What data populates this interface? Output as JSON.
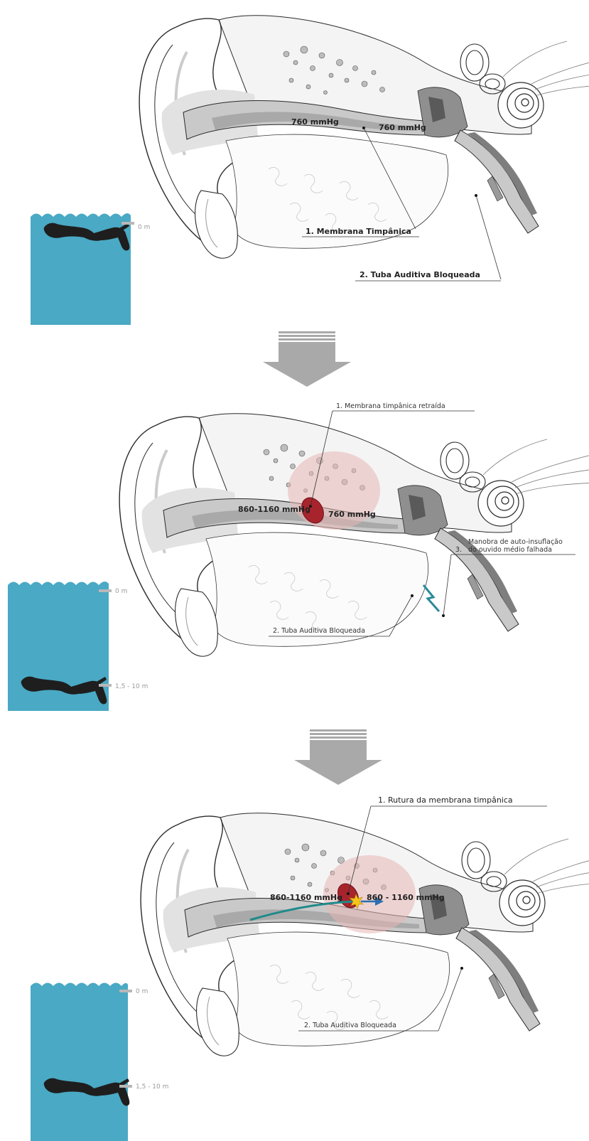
{
  "colors": {
    "water": "#4aa9c4",
    "outline": "#2a2a2a",
    "canal": "#c9c9c9",
    "canal_dark": "#8f8f8f",
    "inflam": "#e8b7b7",
    "drum": "#a8242c",
    "arrow": "#a9a9a9",
    "flow_arrow": "#1f8a8a",
    "depth_mark": "#b8b8b8"
  },
  "panels": [
    {
      "id": "surface",
      "depths": [
        "0 m"
      ],
      "pressures": [
        "760 mmHg",
        "760 mmHg"
      ],
      "callouts": [
        "1.  Membrana Timpânica",
        "2.  Tuba Auditiva Bloqueada"
      ]
    },
    {
      "id": "descent",
      "depths": [
        "0 m",
        "1,5 - 10 m"
      ],
      "pressures": [
        "860-1160 mmHg",
        "760 mmHg"
      ],
      "callouts": [
        "1.  Membrana timpânica retraída",
        "2.  Tuba Auditiva Bloqueada"
      ],
      "note": {
        "number": "3.",
        "line1": "Manobra de auto-insuflação",
        "line2": "do ouvido médio falhada"
      }
    },
    {
      "id": "rupture",
      "depths": [
        "0 m",
        "1,5 - 10 m"
      ],
      "pressures": [
        "860-1160 mmHg",
        "860 - 1160 mmHg"
      ],
      "callouts": [
        "1.  Rutura da membrana timpânica",
        "2.  Tuba Auditiva Bloqueada"
      ]
    }
  ],
  "icons": [
    "diver-icon",
    "ear-icon",
    "down-arrow-icon",
    "rupture-burst-icon",
    "lightning-icon"
  ]
}
